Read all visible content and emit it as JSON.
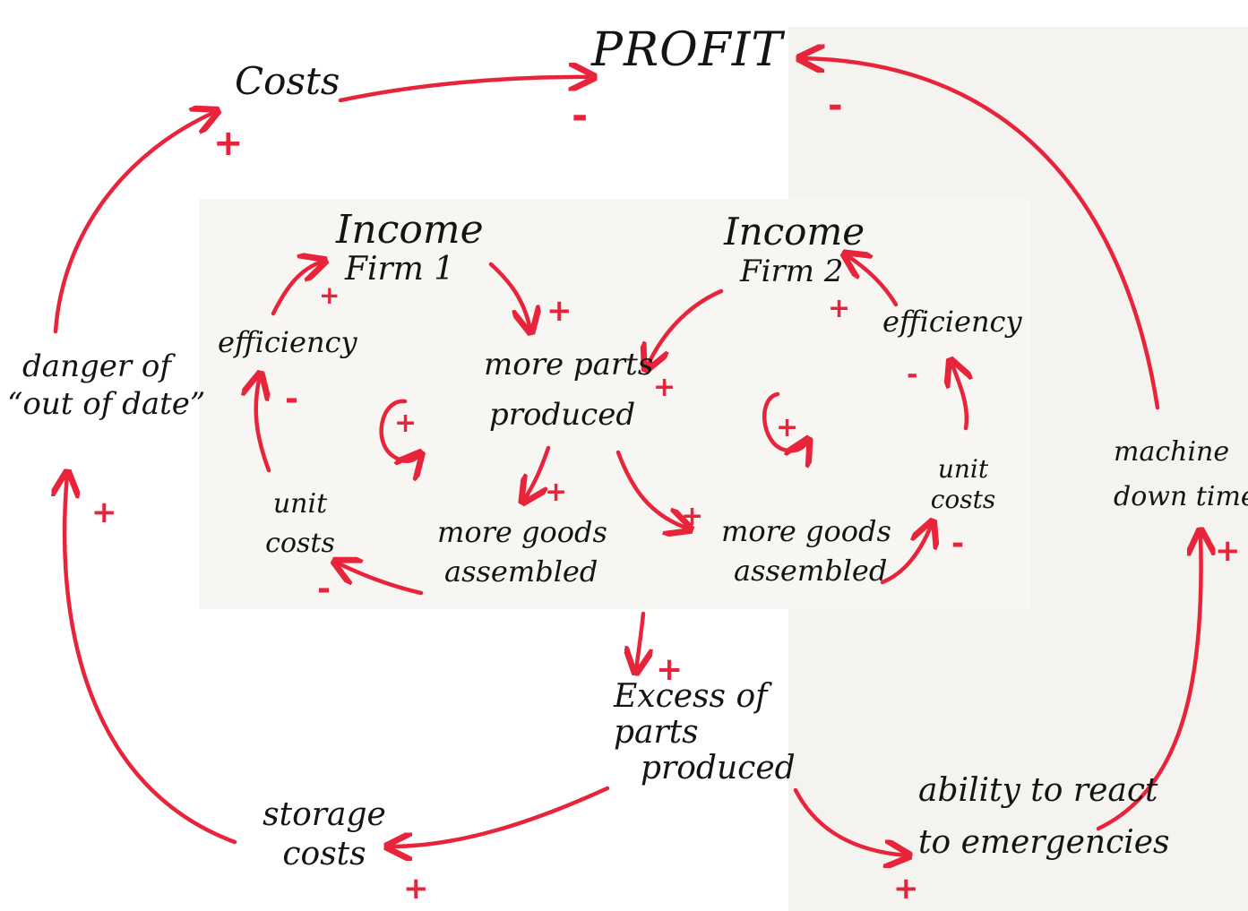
{
  "colors": {
    "link": "#e8243b",
    "text": "#141414",
    "paper": "#f6f5f2"
  },
  "nodes": {
    "profit": "PROFIT",
    "costs": "Costs",
    "danger_line1": "danger of",
    "danger_line2": "“out of date”",
    "storage_line1": "storage",
    "storage_line2": "costs",
    "excess_line1": "Excess of",
    "excess_line2": "parts",
    "excess_line3": "produced",
    "ability_line1": "ability to react",
    "ability_line2": "to emergencies",
    "machine_line1": "machine",
    "machine_line2": "down time",
    "income1_line1": "Income",
    "income1_line2": "Firm 1",
    "income2_line1": "Income",
    "income2_line2": "Firm 2",
    "efficiency1": "efficiency",
    "efficiency2": "efficiency",
    "unit_costs1_line1": "unit",
    "unit_costs1_line2": "costs",
    "unit_costs2_line1": "unit",
    "unit_costs2_line2": "costs",
    "more_parts_line1": "more parts",
    "more_parts_line2": "produced",
    "goods1_line1": "more goods",
    "goods1_line2": "assembled",
    "goods2_line1": "more goods",
    "goods2_line2": "assembled"
  },
  "polarity": {
    "plus": "+",
    "minus": "-"
  },
  "loops": {
    "left": "+",
    "right": "+"
  }
}
